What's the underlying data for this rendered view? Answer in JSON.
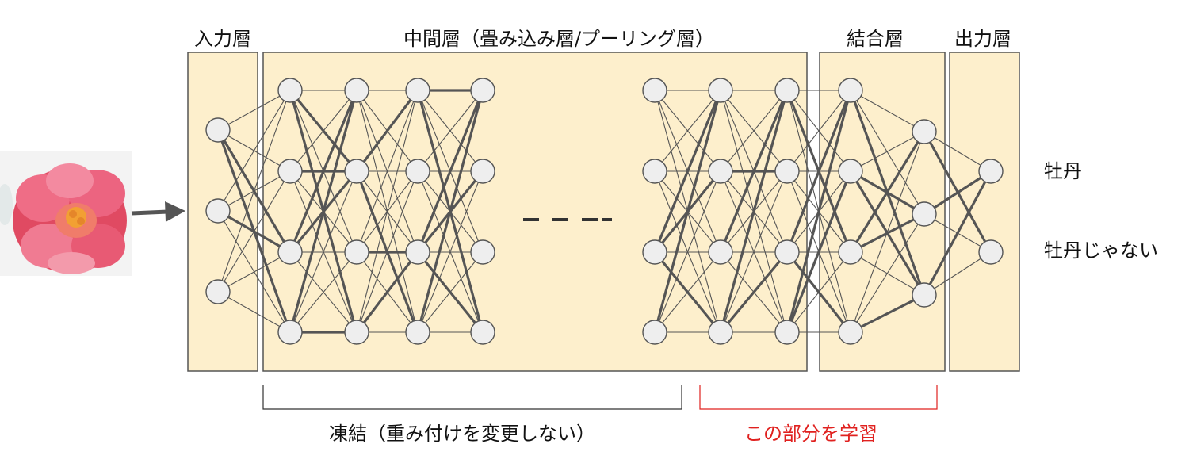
{
  "header": {
    "input_layer": "入力層",
    "hidden_layers": "中間層（畳み込み層/プーリング層）",
    "dense_layer": "結合層",
    "output_layer": "出力層"
  },
  "outputs": {
    "class_1": "牡丹",
    "class_2": "牡丹じゃない"
  },
  "brackets": {
    "frozen": "凍結（重み付けを変更しない）",
    "trained": "この部分を学習"
  },
  "colors": {
    "panel_fill": "#fdefcc",
    "panel_stroke": "#555555",
    "node_fill": "#eeeeee",
    "node_stroke": "#555555",
    "edge": "#555555",
    "trained_highlight": "#e0211f",
    "frozen_bracket": "#333333"
  },
  "image": {
    "subject": "peony-flower-photo"
  }
}
